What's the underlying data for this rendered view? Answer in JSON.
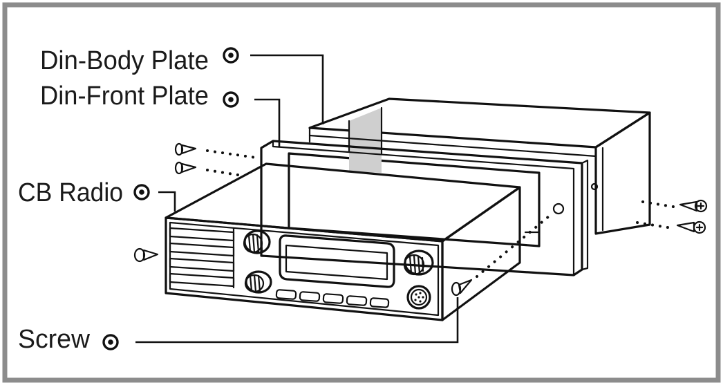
{
  "callouts": {
    "din_body_plate": "Din-Body Plate",
    "din_front_plate": "Din-Front Plate",
    "cb_radio": "CB Radio",
    "screw": "Screw"
  },
  "colors": {
    "frame_border": "#8c8c8c",
    "line": "#111111",
    "shade": "#cfcfcf",
    "background": "#ffffff"
  }
}
